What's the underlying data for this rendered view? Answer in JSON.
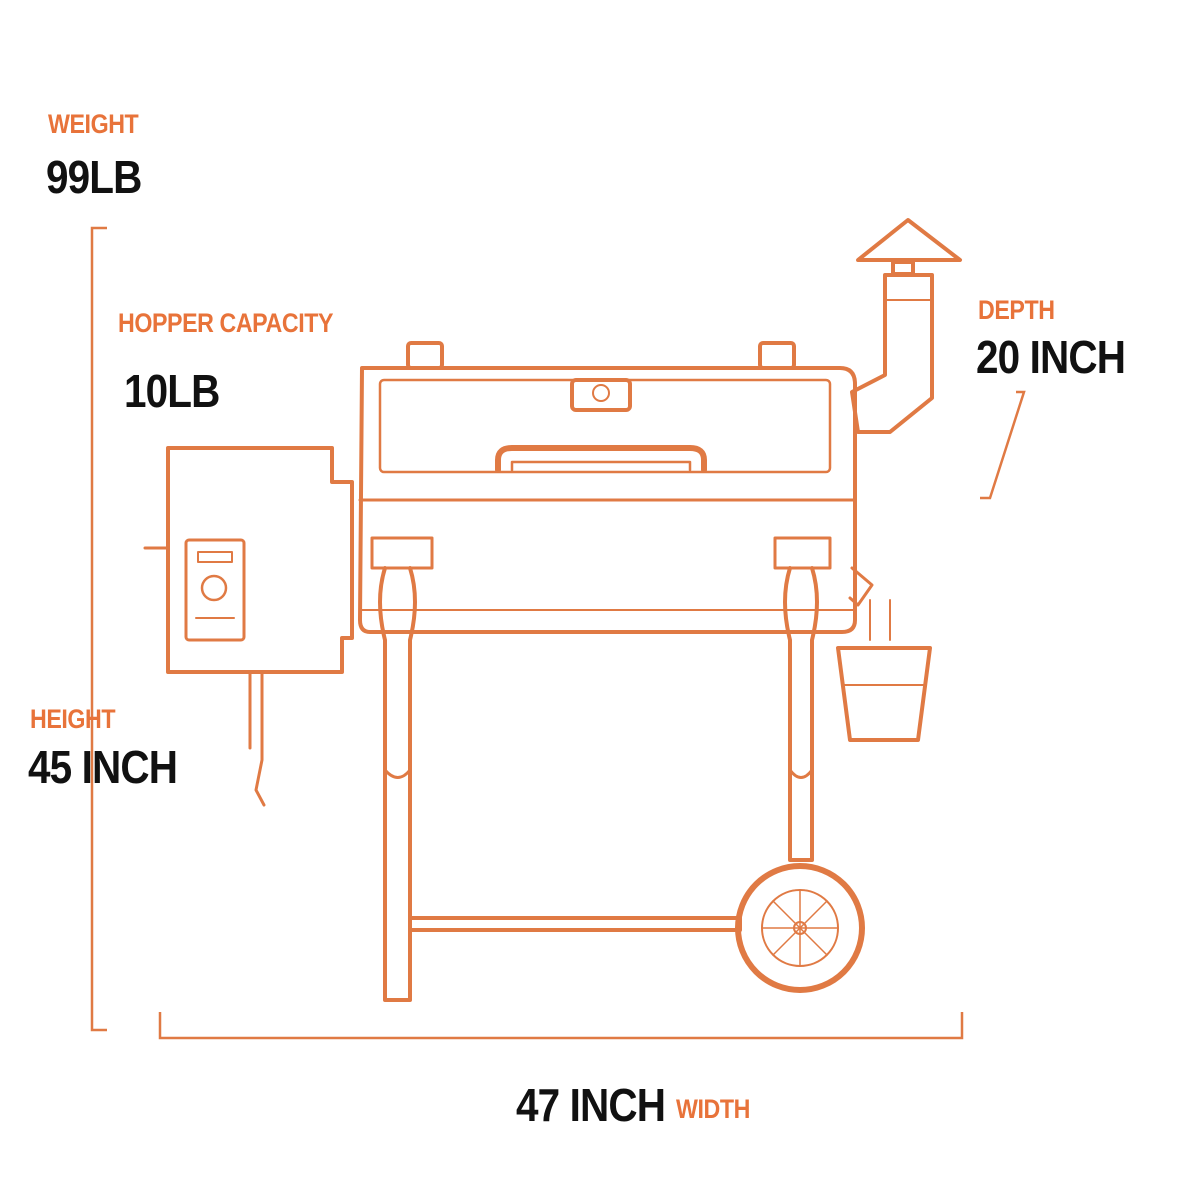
{
  "specs": {
    "weight": {
      "label": "WEIGHT",
      "value": "99LB"
    },
    "hopper": {
      "label": "HOPPER CAPACITY",
      "value": "10LB"
    },
    "depth": {
      "label": "DEPTH",
      "value": "20 INCH"
    },
    "height": {
      "label": "HEIGHT",
      "value": "45 INCH"
    },
    "width": {
      "label": "WIDTH",
      "value": "47 INCH"
    }
  },
  "colors": {
    "accent": "#e8733a",
    "text": "#111111",
    "line": "#e07a44"
  },
  "icons": [
    "pellet-grill-illustration",
    "logo-badge-icon",
    "control-panel-icon",
    "wheel-icon",
    "grease-bucket-icon",
    "chimney-icon"
  ]
}
